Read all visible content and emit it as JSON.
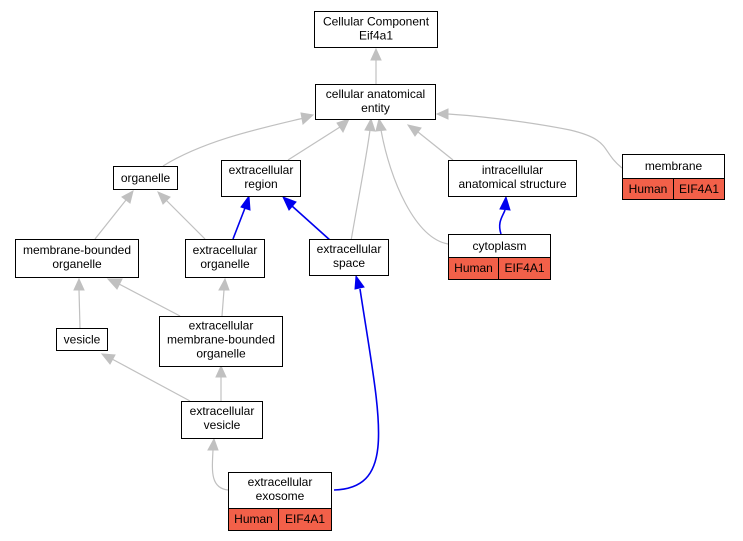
{
  "graph": {
    "colors": {
      "badge_fill": "#f26049",
      "is_a_edge": "#c0c0c0",
      "part_of_edge": "#0000ee"
    },
    "nodes": {
      "root": {
        "line1": "Cellular Component",
        "line2": "Eif4a1"
      },
      "cellular_anatomical_entity": {
        "line1": "cellular anatomical",
        "line2": "entity"
      },
      "organelle": {
        "line1": "organelle"
      },
      "extracellular_region": {
        "line1": "extracellular",
        "line2": "region"
      },
      "intracellular_anatomical_structure": {
        "line1": "intracellular",
        "line2": "anatomical structure"
      },
      "membrane": {
        "line1": "membrane",
        "species": "Human",
        "gene": "EIF4A1"
      },
      "membrane_bounded_organelle": {
        "line1": "membrane-bounded",
        "line2": "organelle"
      },
      "extracellular_organelle": {
        "line1": "extracellular",
        "line2": "organelle"
      },
      "extracellular_space": {
        "line1": "extracellular",
        "line2": "space"
      },
      "cytoplasm": {
        "line1": "cytoplasm",
        "species": "Human",
        "gene": "EIF4A1"
      },
      "vesicle": {
        "line1": "vesicle"
      },
      "extracellular_membrane_bounded_organelle": {
        "line1": "extracellular",
        "line2": "membrane-bounded",
        "line3": "organelle"
      },
      "extracellular_vesicle": {
        "line1": "extracellular",
        "line2": "vesicle"
      },
      "extracellular_exosome": {
        "line1": "extracellular",
        "line2": "exosome",
        "species": "Human",
        "gene": "EIF4A1"
      }
    }
  }
}
